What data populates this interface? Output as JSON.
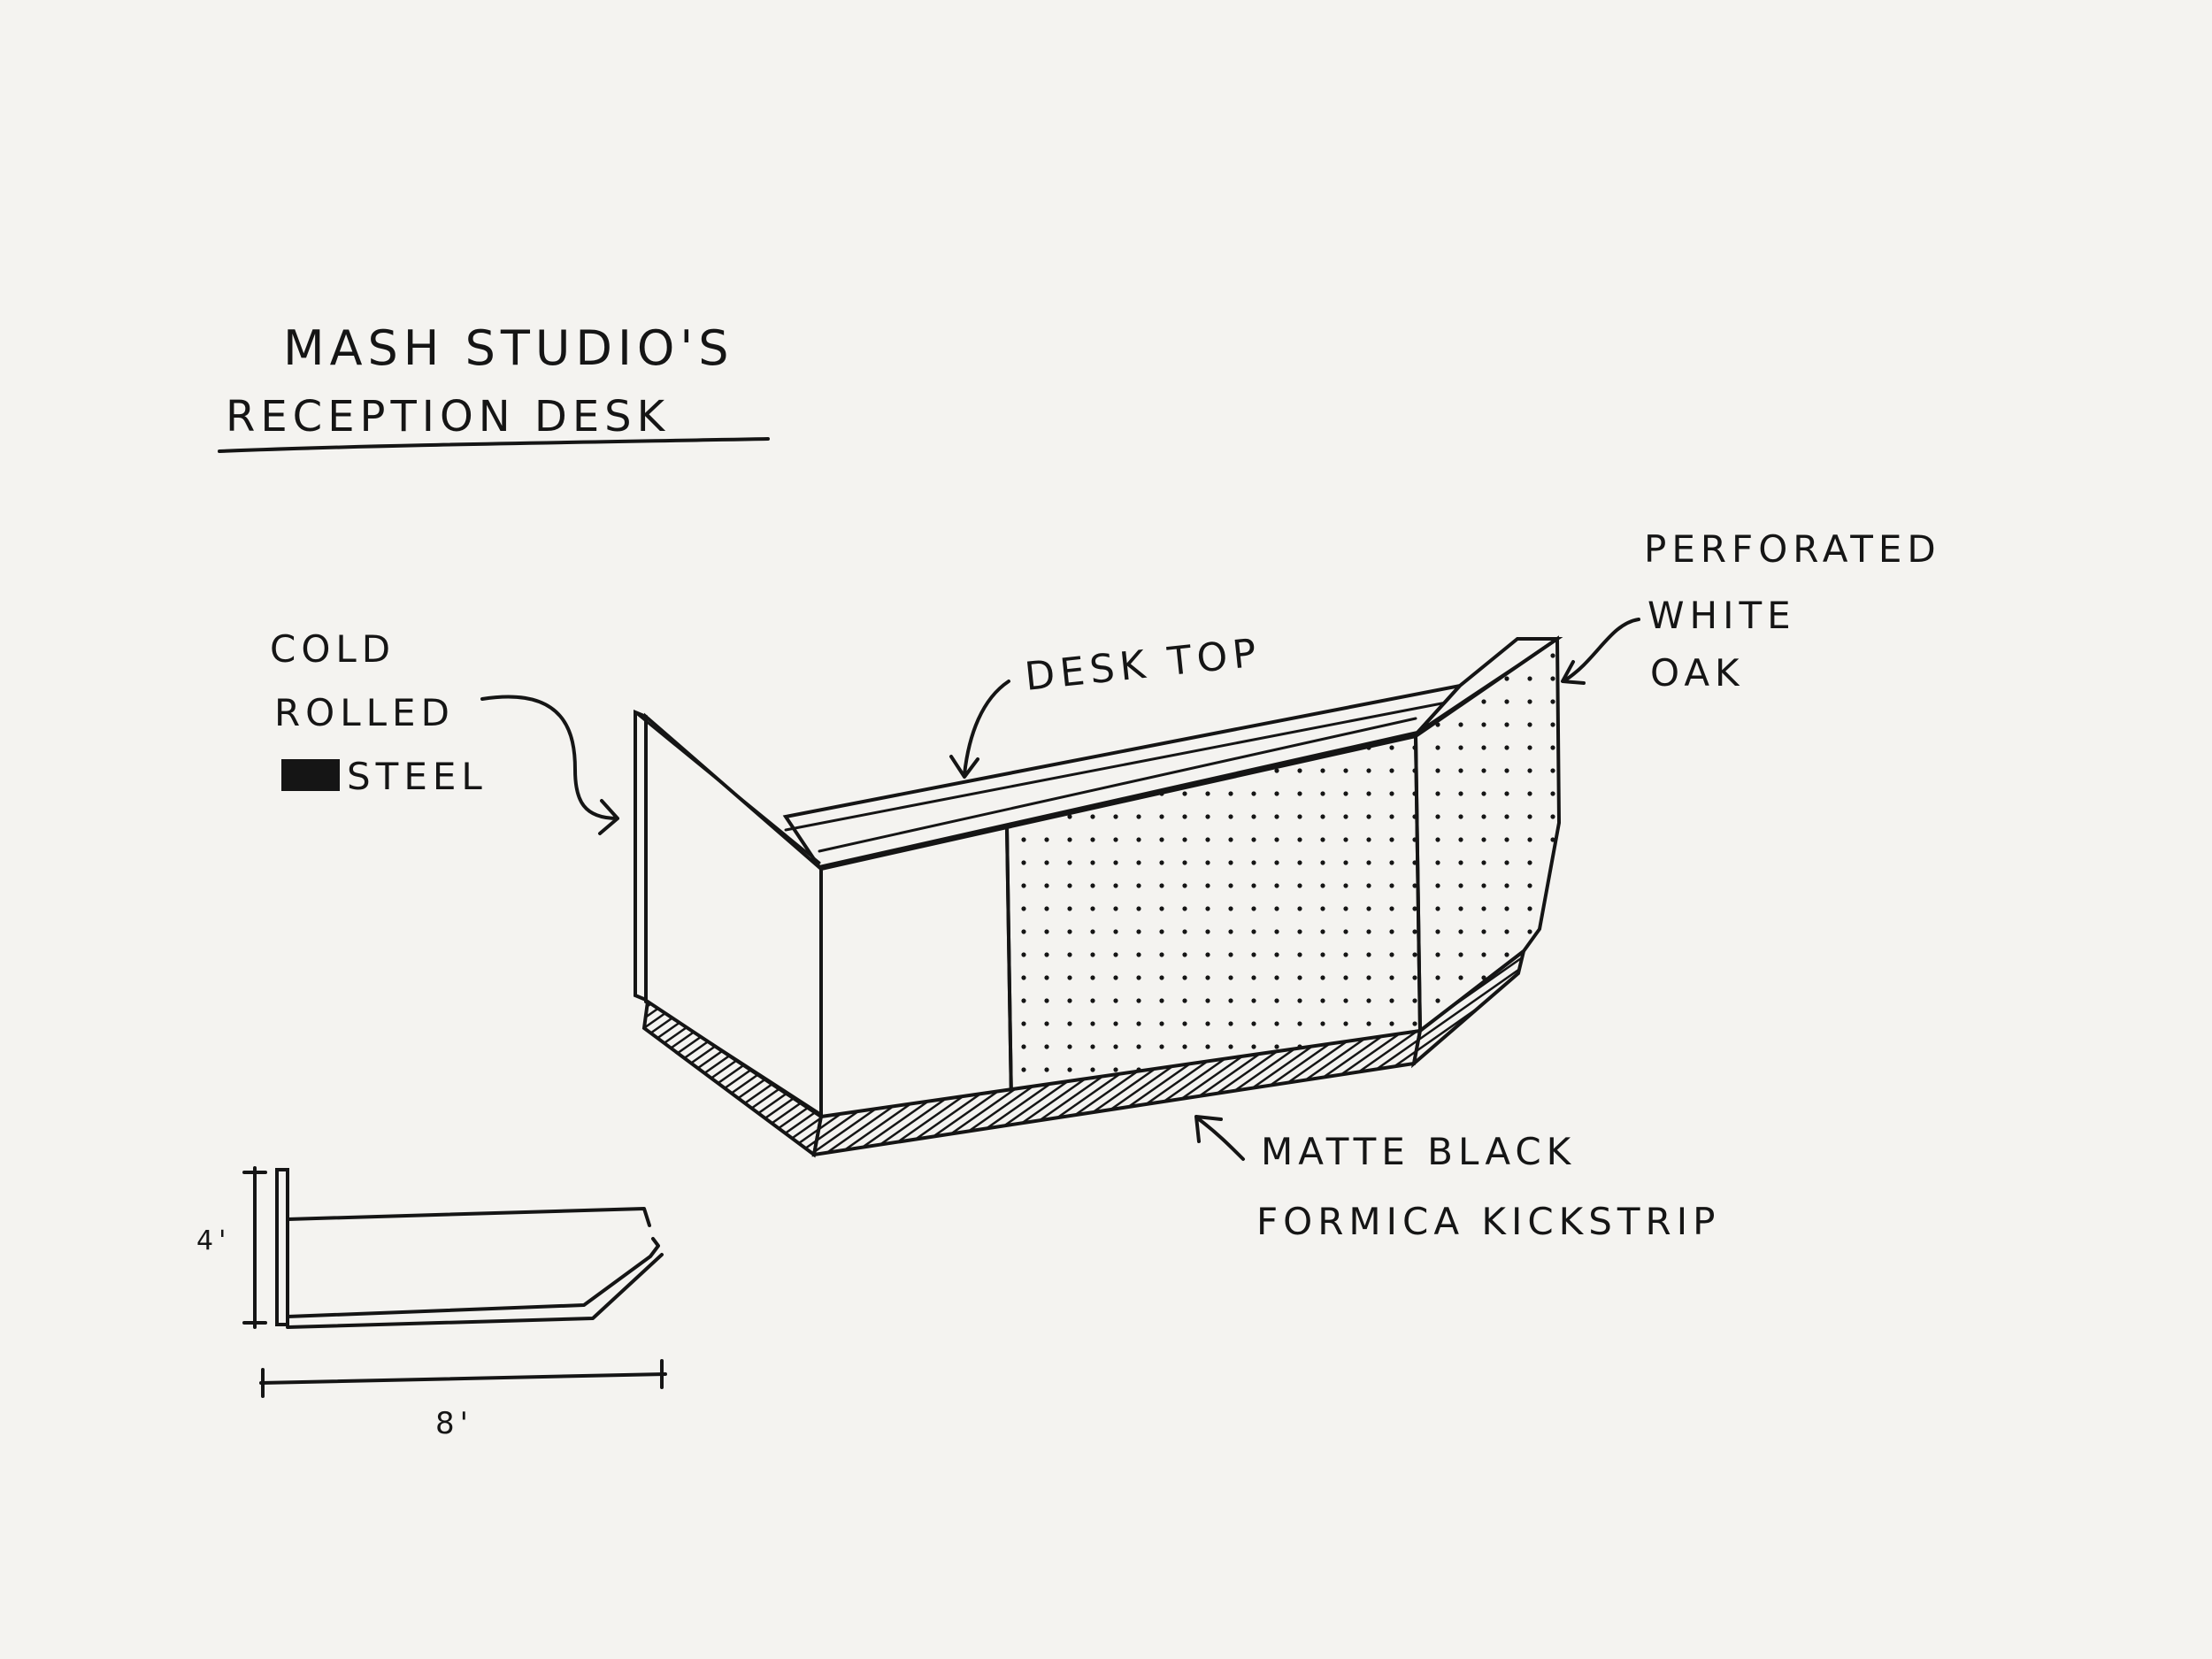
{
  "title": {
    "line1": "MASH STUDIO'S",
    "line2": "RECEPTION DESK"
  },
  "labels": {
    "cold_rolled_steel": [
      "COLD",
      "ROLLED",
      "STEEL"
    ],
    "desk_top": "DESK TOP",
    "perforated_white_oak": [
      "PERFORATED",
      "WHITE",
      "OAK"
    ],
    "kickstrip": [
      "MATTE BLACK",
      "FORMICA KICKSTRIP"
    ]
  },
  "plan_dimensions": {
    "height": "4'",
    "width": "8'"
  },
  "colors": {
    "paper": "#f4f3f0",
    "ink": "#151515"
  }
}
